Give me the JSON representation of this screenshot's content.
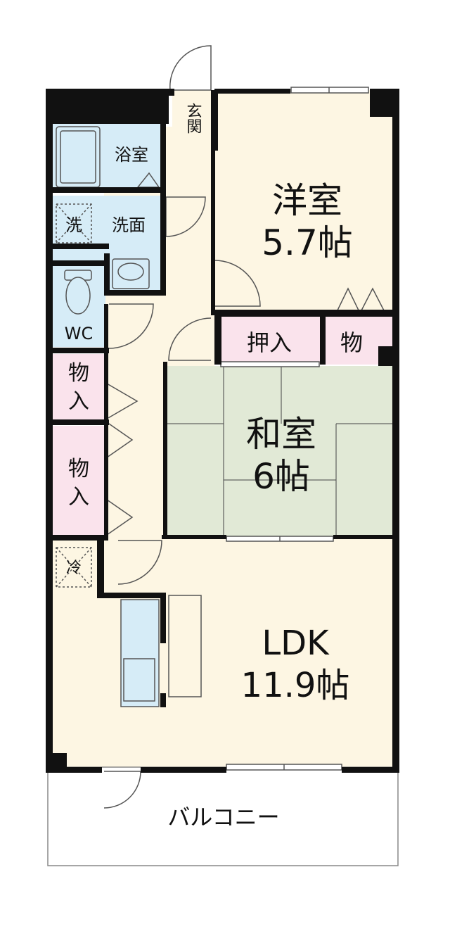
{
  "rooms": {
    "genkan": "玄関",
    "bath": "浴室",
    "wash_basin": "洗面",
    "washer": "洗",
    "toilet": "WC",
    "storage_a_1": "物",
    "storage_a_2": "入",
    "storage_b_1": "物",
    "storage_b_2": "入",
    "fridge": "冷",
    "western_name": "洋室",
    "western_size": "5.7帖",
    "oshiire": "押入",
    "mono": "物",
    "japanese_name": "和室",
    "japanese_size": "6帖",
    "ldk_name": "LDK",
    "ldk_size": "11.9帖",
    "balcony": "バルコニー"
  },
  "colors": {
    "floor": "#fdf6e3",
    "wet": "#d6ecf7",
    "storage": "#fae3ec",
    "tatami": "#e1e9d6",
    "wall": "#111111"
  }
}
